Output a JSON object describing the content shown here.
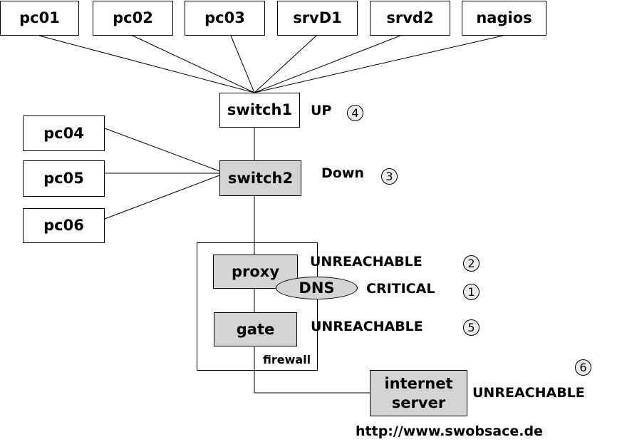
{
  "nodes": {
    "pc01": "pc01",
    "pc02": "pc02",
    "pc03": "pc03",
    "srvD1": "srvD1",
    "srvd2": "srvd2",
    "nagios": "nagios",
    "switch1": "switch1",
    "switch2": "switch2",
    "pc04": "pc04",
    "pc05": "pc05",
    "pc06": "pc06",
    "proxy": "proxy",
    "dns": "DNS",
    "gate": "gate",
    "internet_server_line1": "internet",
    "internet_server_line2": "server"
  },
  "container_label": "firewall",
  "states": {
    "switch1": "UP",
    "switch2": "Down",
    "proxy": "UNREACHABLE",
    "dns": "CRITICAL",
    "gate": "UNREACHABLE",
    "internet_server": "UNREACHABLE"
  },
  "badges": {
    "switch1": "4",
    "switch2": "3",
    "proxy": "2",
    "dns": "1",
    "gate": "5",
    "internet_server": "6"
  },
  "footer_url": "http://www.swobsace.de",
  "colors": {
    "reachable_fill": "#ffffff",
    "problem_fill": "#d4d4d4",
    "stroke": "#000000"
  }
}
